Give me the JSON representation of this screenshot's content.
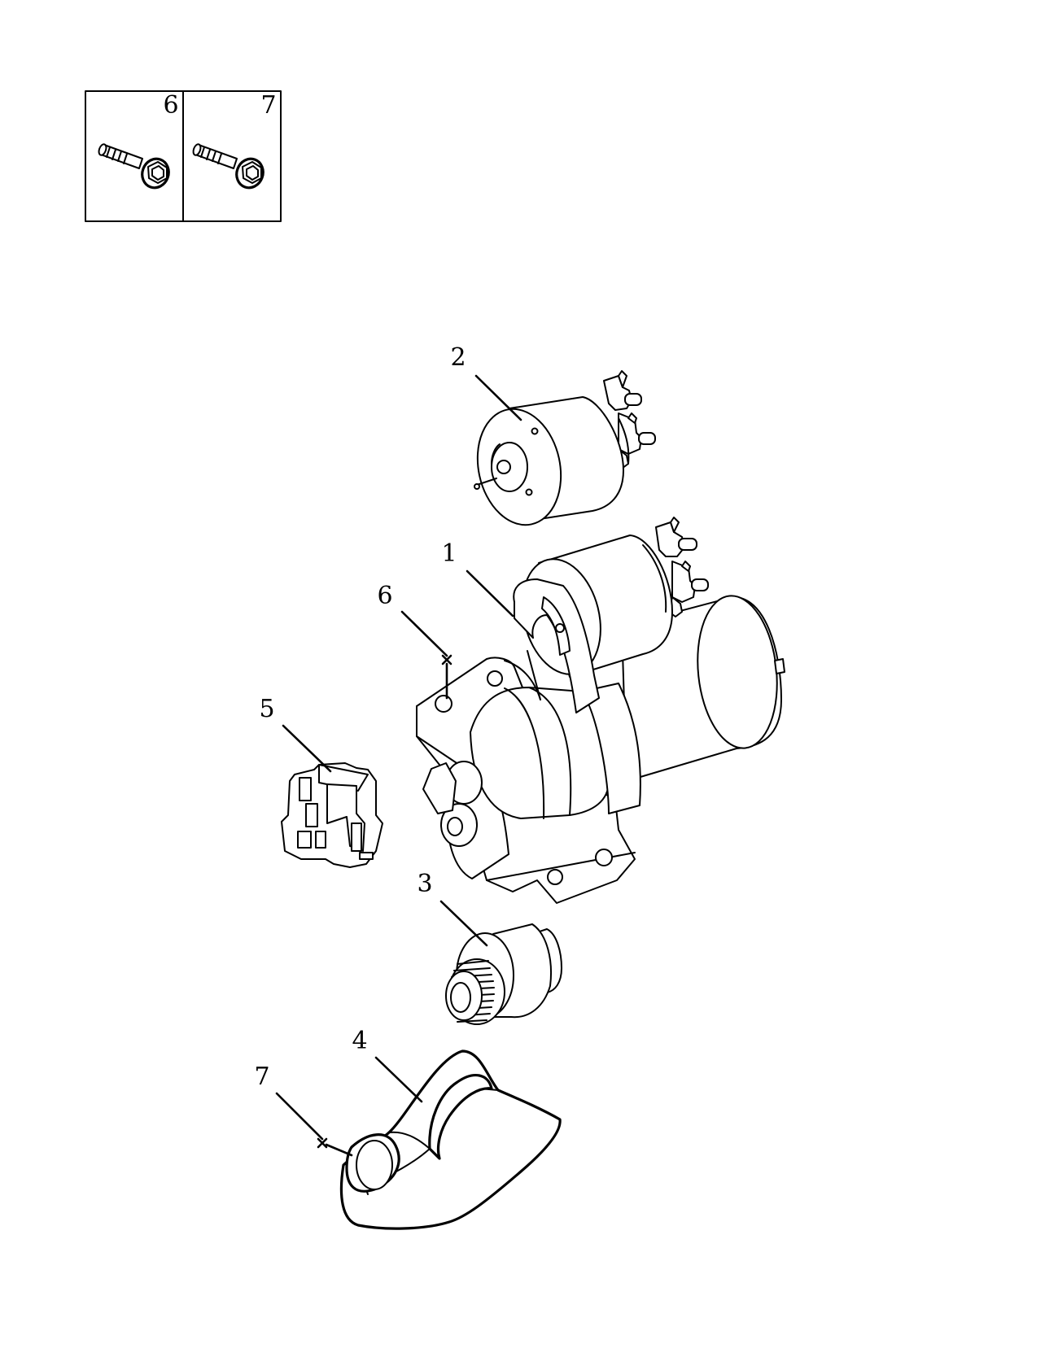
{
  "legend": {
    "cells": [
      {
        "number": "6"
      },
      {
        "number": "7"
      }
    ]
  },
  "callouts": {
    "starter_motor": "1",
    "solenoid": "2",
    "drive_pinion": "3",
    "heat_shield": "4",
    "connector_clip": "5",
    "bolt_6": "6",
    "bolt_7": "7"
  },
  "colors": {
    "line": "#000000",
    "background": "#ffffff"
  }
}
